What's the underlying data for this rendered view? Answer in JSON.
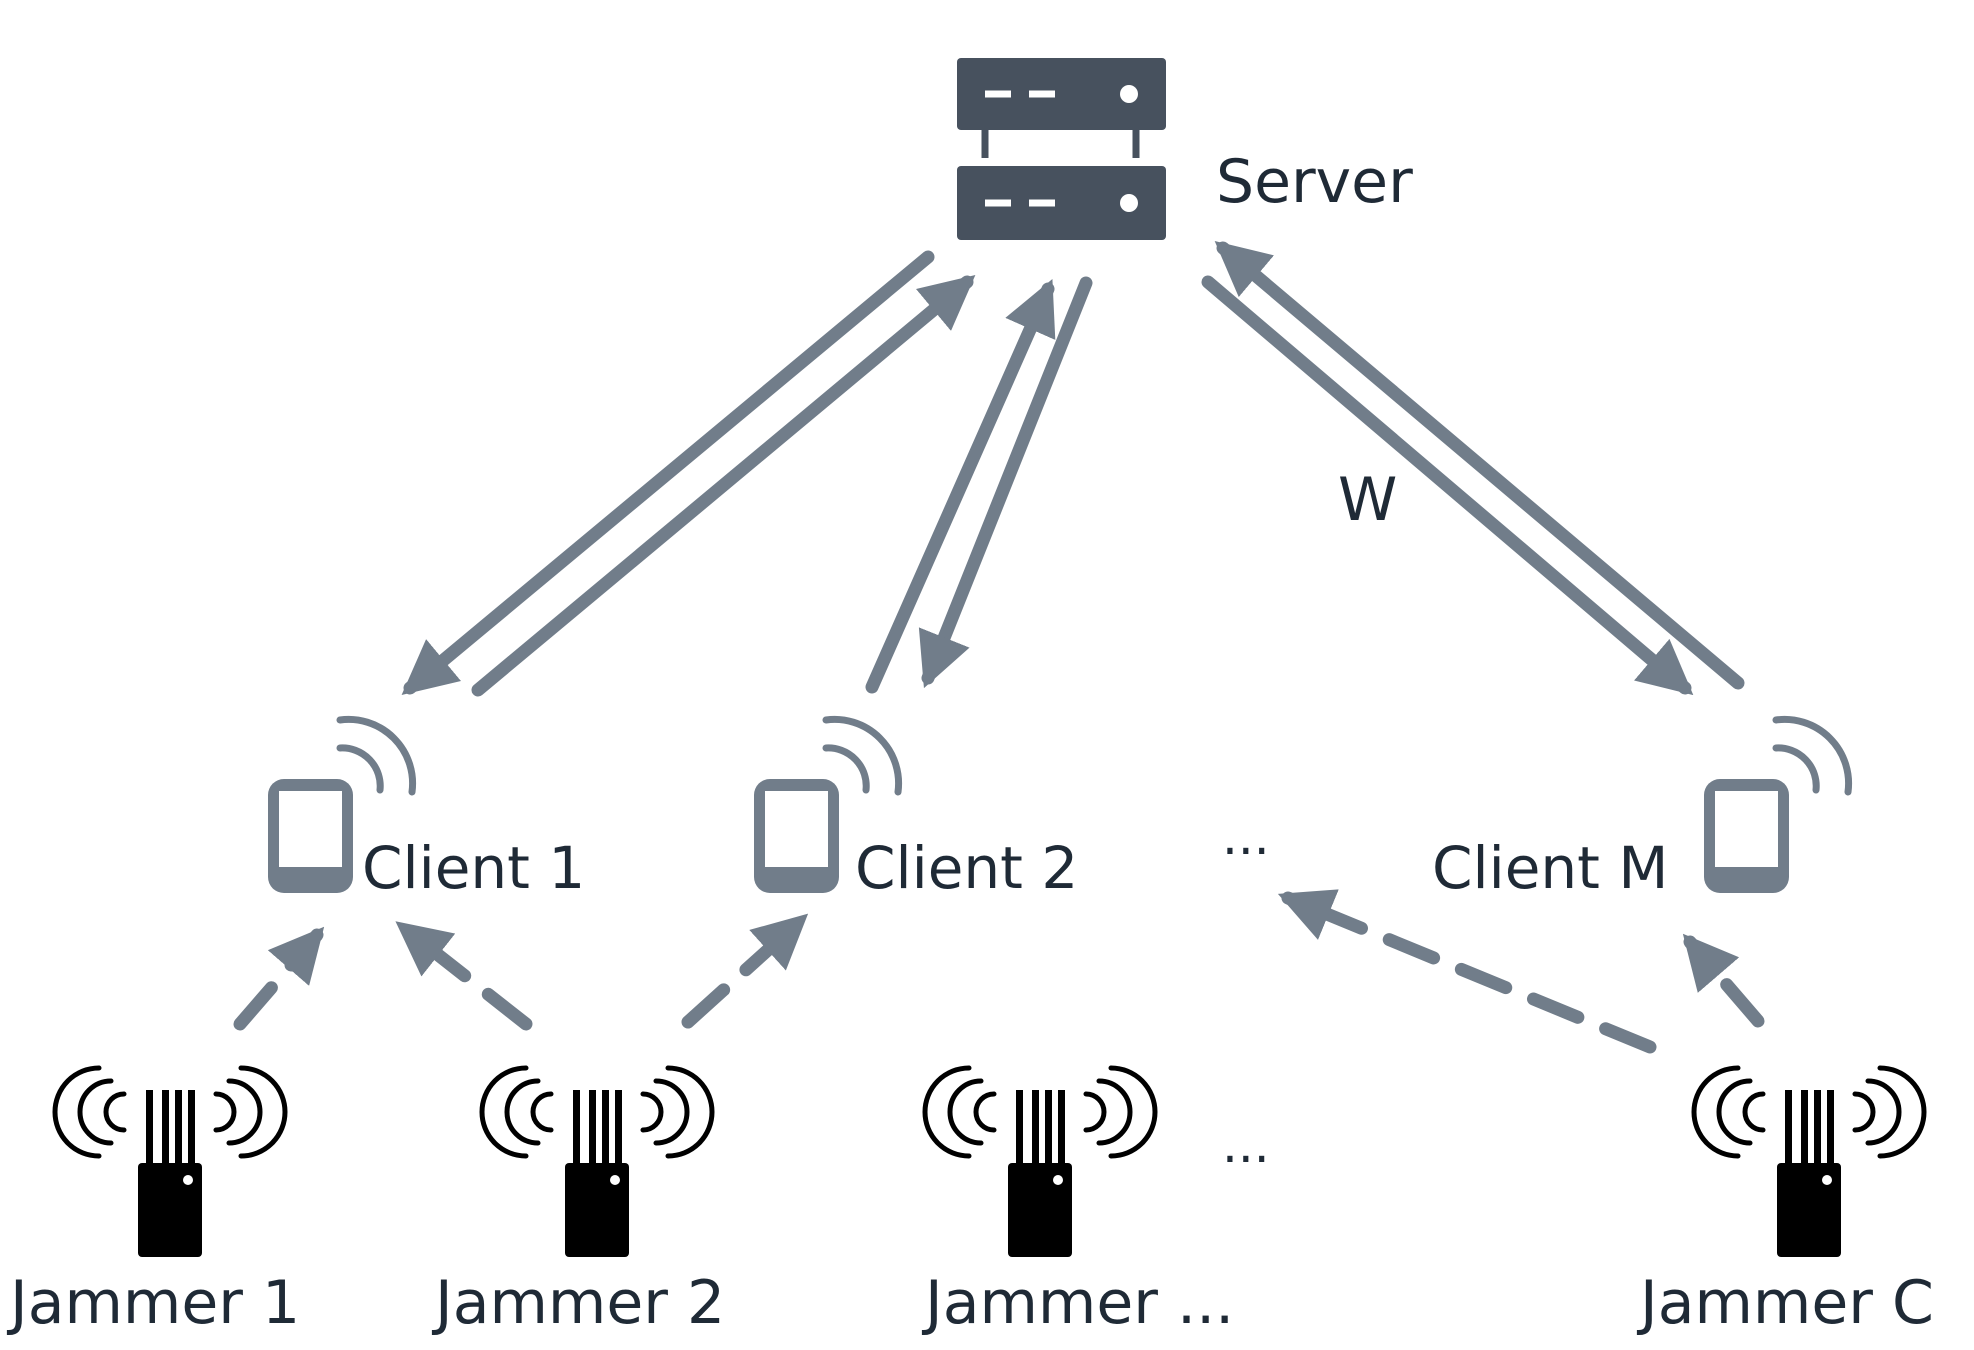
{
  "server": {
    "label": "Server"
  },
  "link_label": "W",
  "clients": [
    {
      "label": "Client 1"
    },
    {
      "label": "Client 2"
    },
    {
      "label": "Client M"
    }
  ],
  "clients_ellipsis": "...",
  "jammers": [
    {
      "label": "Jammer 1"
    },
    {
      "label": "Jammer 2"
    },
    {
      "label": "Jammer ..."
    },
    {
      "label": "Jammer C"
    }
  ],
  "jammers_ellipsis": "...",
  "colors": {
    "server": "#47515e",
    "link": "#717d8a",
    "client": "#717d8a",
    "jammer": "#000000",
    "text": "#1f2a36"
  }
}
